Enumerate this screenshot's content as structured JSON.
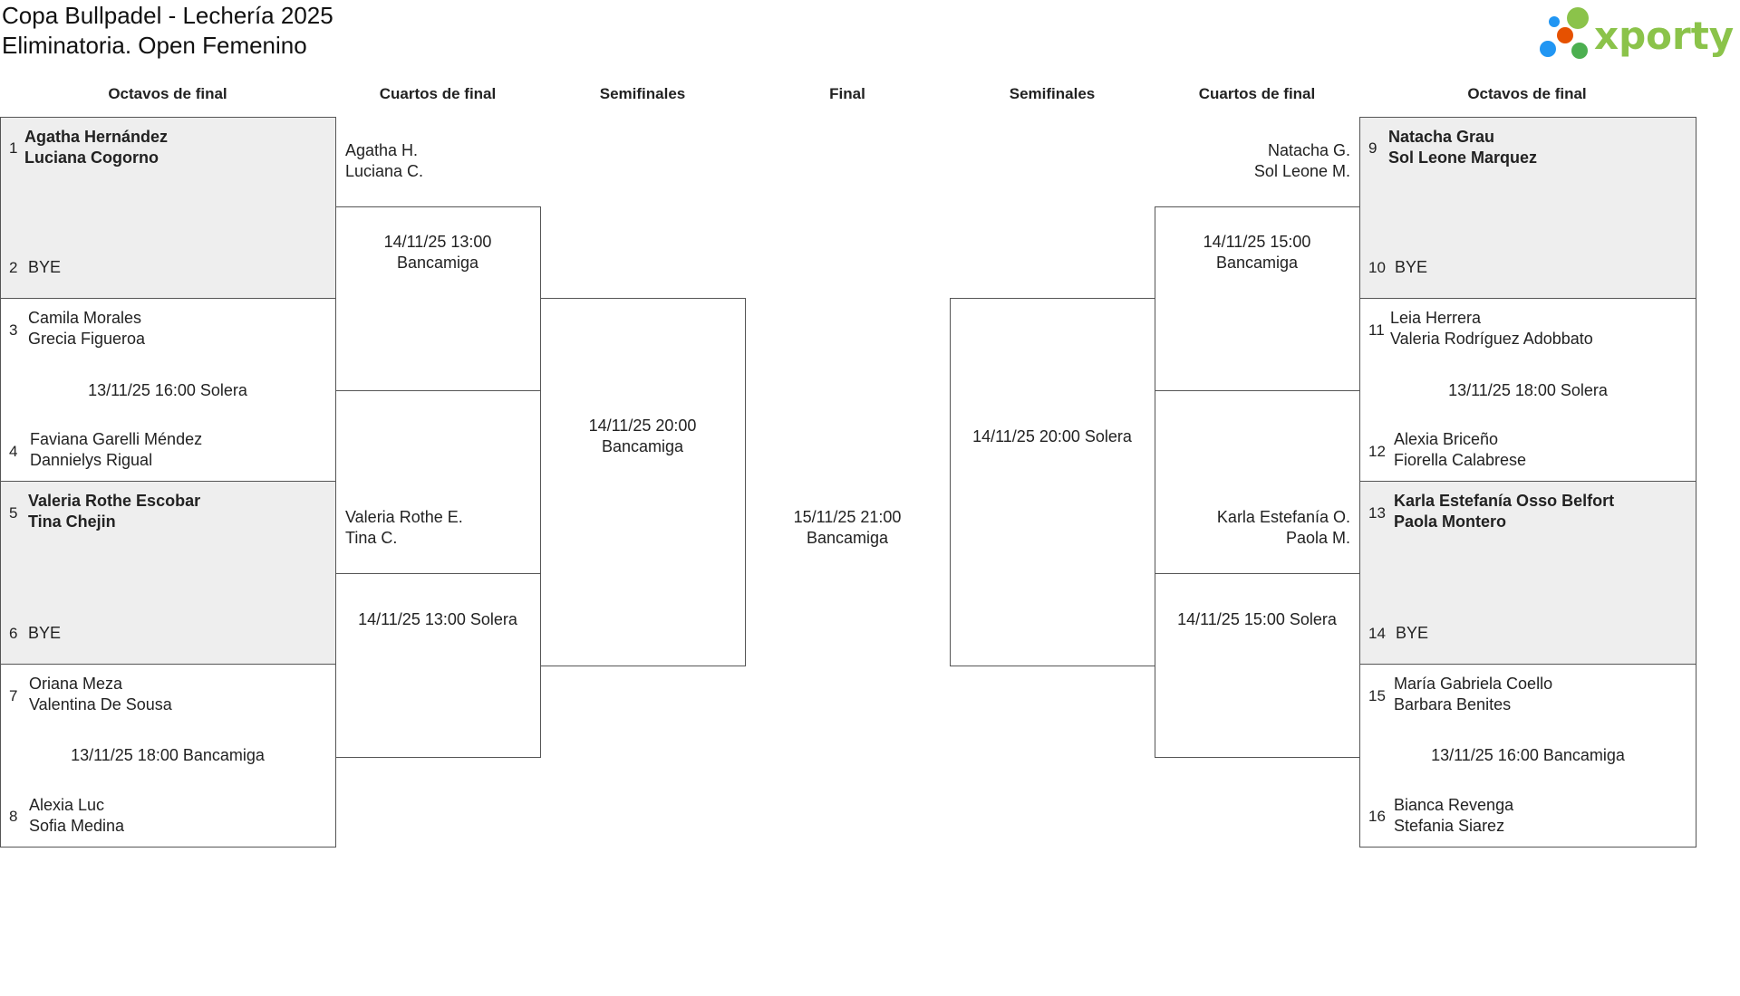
{
  "header": {
    "title_line1": "Copa Bullpadel - Lechería 2025",
    "title_line2": "Eliminatoria. Open Femenino",
    "logo_text": "xporty",
    "logo_colors": [
      "#8bc34a",
      "#2196f3",
      "#ff9800",
      "#e65100",
      "#4caf50"
    ]
  },
  "rounds": {
    "left_r16": "Octavos de final",
    "left_qf": "Cuartos de final",
    "left_sf": "Semifinales",
    "final": "Final",
    "right_sf": "Semifinales",
    "right_qf": "Cuartos de final",
    "right_r16": "Octavos de final"
  },
  "left_r16": [
    {
      "seed_a": "1",
      "a1": "Agatha Hernández",
      "a2": "Luciana Cogorno",
      "seed_b": "2",
      "b1": "BYE",
      "b2": "",
      "info": ""
    },
    {
      "seed_a": "3",
      "a1": "Camila Morales",
      "a2": "Grecia Figueroa",
      "seed_b": "4",
      "b1": "Faviana Garelli Méndez",
      "b2": "Dannielys Rigual",
      "info": "13/11/25 16:00 Solera"
    },
    {
      "seed_a": "5",
      "a1": "Valeria Rothe Escobar",
      "a2": "Tina Chejin",
      "seed_b": "6",
      "b1": "BYE",
      "b2": "",
      "info": ""
    },
    {
      "seed_a": "7",
      "a1": "Oriana Meza",
      "a2": "Valentina De Sousa",
      "seed_b": "8",
      "b1": "Alexia Luc",
      "b2": "Sofia Medina",
      "info": "13/11/25 18:00 Bancamiga"
    }
  ],
  "right_r16": [
    {
      "seed_a": "9",
      "a1": "Natacha Grau",
      "a2": "Sol Leone Marquez",
      "seed_b": "10",
      "b1": "BYE",
      "b2": "",
      "info": ""
    },
    {
      "seed_a": "11",
      "a1": "Leia Herrera",
      "a2": "Valeria Rodríguez Adobbato",
      "seed_b": "12",
      "b1": "Alexia Briceño",
      "b2": "Fiorella Calabrese",
      "info": "13/11/25 18:00 Solera"
    },
    {
      "seed_a": "13",
      "a1": "Karla Estefanía Osso Belfort",
      "a2": "Paola Montero",
      "seed_b": "14",
      "b1": "BYE",
      "b2": "",
      "info": ""
    },
    {
      "seed_a": "15",
      "a1": "María Gabriela Coello",
      "a2": "Barbara Benites",
      "seed_b": "16",
      "b1": "Bianca Revenga",
      "b2": "Stefania Siarez",
      "info": "13/11/25 16:00 Bancamiga"
    }
  ],
  "left_qf": [
    {
      "p1": "Agatha H.",
      "p2": "Luciana C.",
      "info1": "14/11/25 13:00",
      "info2": "Bancamiga"
    },
    {
      "p1": "Valeria Rothe E.",
      "p2": "Tina C.",
      "info1": "14/11/25 13:00 Solera",
      "info2": ""
    }
  ],
  "right_qf": [
    {
      "p1": "Natacha G.",
      "p2": "Sol Leone M.",
      "info1": "14/11/25 15:00",
      "info2": "Bancamiga"
    },
    {
      "p1": "Karla Estefanía O.",
      "p2": "Paola M.",
      "info1": "14/11/25 15:00 Solera",
      "info2": ""
    }
  ],
  "left_sf": {
    "info1": "14/11/25 20:00",
    "info2": "Bancamiga"
  },
  "right_sf": {
    "info1": "14/11/25 20:00 Solera",
    "info2": ""
  },
  "final": {
    "info1": "15/11/25 21:00",
    "info2": "Bancamiga"
  }
}
